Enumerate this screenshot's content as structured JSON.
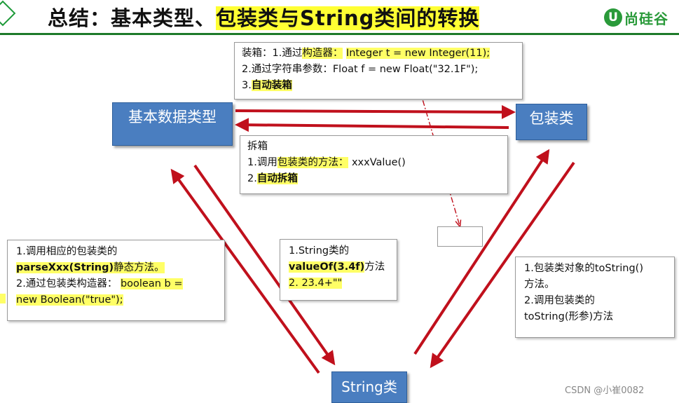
{
  "header": {
    "title_plain": "总结：基本类型、",
    "title_highlight": "包装类与String类间的转换",
    "logo_mark": "U",
    "logo_text": "尚硅谷"
  },
  "nodes": {
    "basic": "基本数据类型",
    "wrapper": "包装类",
    "string": "String类"
  },
  "boxing": {
    "l1_prefix": "装箱：1.通过",
    "l1_hl": "构造器：",
    "l1_code": "Integer t = new Integer(11);",
    "l2": "2.通过字符串参数：Float f = new Float(\"32.1F\");",
    "l3_prefix": "3.",
    "l3_hl": "自动装箱"
  },
  "unboxing": {
    "l1": "拆箱",
    "l2_prefix": "1.调用",
    "l2_hl": "包装类的方法：",
    "l2_code": "xxxValue()",
    "l3_prefix": "2.",
    "l3_hl": "自动拆箱"
  },
  "parse": {
    "l1": "1.调用相应的包装类的",
    "l2_b": "parseXxx(String)",
    "l2_rest": "静态方法。",
    "l3_prefix": "2.通过包装类构造器：",
    "l3_hl": "boolean b =",
    "l4": "new Boolean(\"true\");"
  },
  "valueof": {
    "l1": "1.String类的",
    "l2_b": "valueOf(3.4f)",
    "l2_rest": "方法",
    "l3": "2. 23.4+\"\""
  },
  "tostring": {
    "l1": "1.包装类对象的toString()",
    "l2": "方法。",
    "l3": "2.调用包装类的",
    "l4": "toString(形参)方法"
  },
  "watermark": "CSDN @小崔0082",
  "colors": {
    "arrow": "#c0101c",
    "node_fill": "#4a7ec0",
    "highlight": "#ffff66",
    "title_rule": "#1e7a2a"
  }
}
